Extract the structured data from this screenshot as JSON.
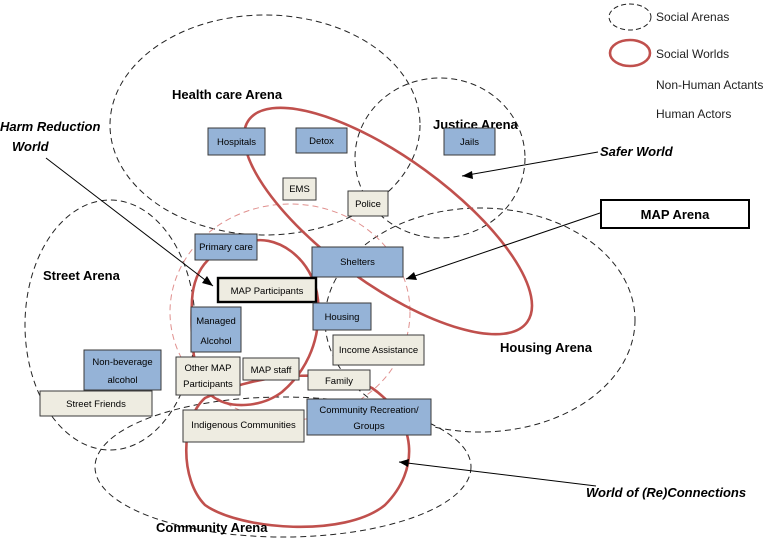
{
  "colors": {
    "arena_stroke": "#222222",
    "world_stroke": "#c0504d",
    "map_arena_stroke": "#e0908e",
    "actant_fill": "#95b3d7",
    "actor_fill": "#eeece1",
    "box_stroke": "#3a3a3a"
  },
  "legend": {
    "social_arenas": "Social Arenas",
    "social_worlds": "Social Worlds",
    "non_human_actants": "Non-Human Actants",
    "human_actors": "Human Actors"
  },
  "arenas": {
    "health_care": "Health care Arena",
    "justice": "Justice Arena",
    "street": "Street Arena",
    "housing": "Housing Arena",
    "community": "Community Arena",
    "map": "MAP Arena"
  },
  "worlds": {
    "harm_reduction_line1": "Harm Reduction",
    "harm_reduction_line2": "World",
    "safer": "Safer World",
    "reconnections": "World of (Re)Connections"
  },
  "boxes": {
    "hospitals": "Hospitals",
    "detox": "Detox",
    "jails": "Jails",
    "ems": "EMS",
    "police": "Police",
    "primary_care": "Primary care",
    "shelters": "Shelters",
    "map_participants": "MAP Participants",
    "managed_alcohol_line1": "Managed",
    "managed_alcohol_line2": "Alcohol",
    "housing": "Housing",
    "income_assistance": "Income Assistance",
    "non_beverage_line1": "Non-beverage",
    "non_beverage_line2": "alcohol",
    "other_map_line1": "Other MAP",
    "other_map_line2": "Participants",
    "map_staff": "MAP staff",
    "family": "Family",
    "street_friends": "Street Friends",
    "indigenous": "Indigenous Communities",
    "community_rec_line1": "Community Recreation/",
    "community_rec_line2": "Groups"
  }
}
